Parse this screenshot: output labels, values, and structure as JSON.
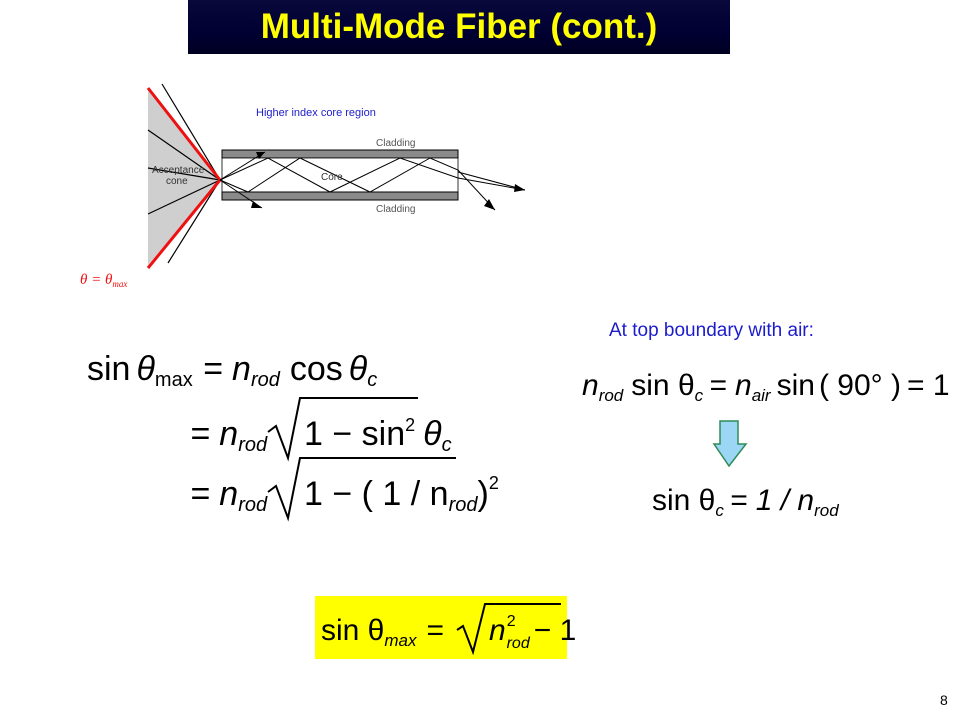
{
  "slide": {
    "title": "Multi-Mode Fiber (cont.)",
    "page_number": "8"
  },
  "diagram": {
    "higher_index_label": "Higher index core region",
    "cladding_top": "Cladding",
    "cladding_bottom": "Cladding",
    "core": "Core",
    "acceptance_line1": "Acceptance",
    "acceptance_line2": "cone",
    "theta_label": "θ = θ",
    "theta_sub": "max"
  },
  "equations": {
    "left": {
      "line1_sin": "sin",
      "line1_theta": "θ",
      "line1_sub": "max",
      "line1_rhs": "= n",
      "line1_rod": "rod",
      "line1_cos": "cos",
      "line1_c": "c",
      "line2_eq": "= n",
      "line2_rod": "rod",
      "line2_inner": "1 − sin",
      "line2_exp": "2",
      "line2_theta": "θ",
      "line2_c": "c",
      "line3_eq": "= n",
      "line3_rod": "rod",
      "line3_inner": "1 − ( 1 / n",
      "line3_rod2": "rod",
      "line3_close": ")",
      "line3_exp": "2"
    },
    "right": {
      "label": "At top boundary with air:",
      "eq1_n": "n",
      "eq1_rod": "rod",
      "eq1_sin": "sin θ",
      "eq1_c": "c",
      "eq1_mid": "= n",
      "eq1_air": "air",
      "eq1_sin2": "sin",
      "eq1_arg": "( 90° )",
      "eq1_end": "= 1",
      "eq2_sin": "sin θ",
      "eq2_c": "c",
      "eq2_mid": "= 1 / n",
      "eq2_rod": "rod"
    },
    "boxed": {
      "sin": "sin θ",
      "sub": "max",
      "eq": "=",
      "n": "n",
      "sup": "2",
      "sub2": "rod",
      "minus": "− 1"
    }
  },
  "colors": {
    "title_text": "#ffff00",
    "title_bg": "#000033",
    "accent_red": "#ee1111",
    "label_blue": "#1c1ccc",
    "highlight": "#ffff00",
    "arrow_fill": "#9bd6f5",
    "arrow_stroke": "#2e8b57"
  }
}
